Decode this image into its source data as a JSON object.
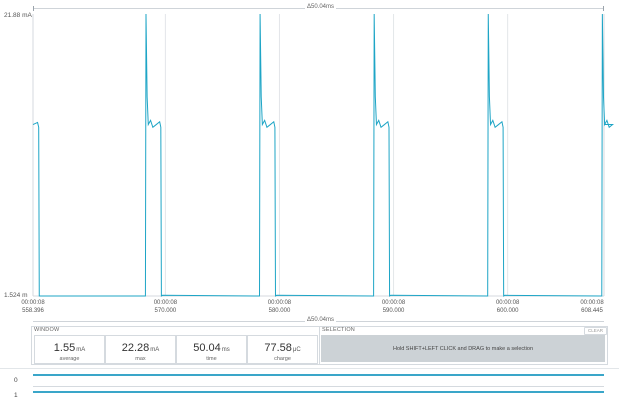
{
  "header": {
    "delta_label": "Δ50.04ms"
  },
  "chart": {
    "y_max_label": "21.88 mA",
    "y_min_label": "1.524 m",
    "trace_color": "#1ea5c6",
    "x_ticks": [
      {
        "time": "00:00:08",
        "value": "558.396"
      },
      {
        "time": "00:00:08",
        "value": "570.000"
      },
      {
        "time": "00:00:08",
        "value": "580.000"
      },
      {
        "time": "00:00:08",
        "value": "590.000"
      },
      {
        "time": "00:00:08",
        "value": "600.000"
      },
      {
        "time": "00:00:08",
        "value": "608.445"
      }
    ]
  },
  "chart_data": {
    "type": "line",
    "title": "",
    "xlabel": "",
    "ylabel": "",
    "ylim": [
      1.524,
      21.88
    ],
    "xlim": [
      558.396,
      608.445
    ],
    "pulse_period_ms": 10.0,
    "series": [
      {
        "values": []
      }
    ]
  },
  "footer_delta_label": "Δ50.04ms",
  "window": {
    "title": "WINDOW",
    "stats": [
      {
        "value": "1.55",
        "unit": "mA",
        "caption": "average"
      },
      {
        "value": "22.28",
        "unit": "mA",
        "caption": "max"
      },
      {
        "value": "50.04",
        "unit": "ms",
        "caption": "time"
      },
      {
        "value": "77.58",
        "unit": "μC",
        "caption": "charge"
      }
    ]
  },
  "selection": {
    "title": "SELECTION",
    "clear_label": "CLEAR",
    "hint": "Hold SHIFT+LEFT CLICK and DRAG to make a selection"
  },
  "digital": {
    "channels": [
      {
        "label": "0"
      },
      {
        "label": "1"
      }
    ]
  }
}
